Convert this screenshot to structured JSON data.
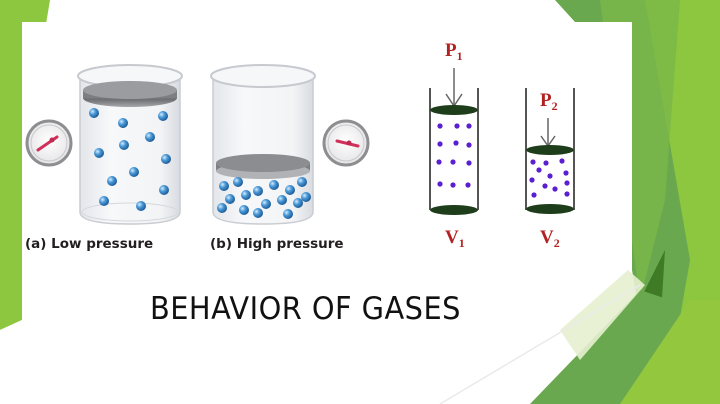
{
  "slide": {
    "title": "BEHAVIOR OF GASES",
    "colors": {
      "light_green": "#8dc63f",
      "mid_green": "#6aa84f",
      "dark_green": "#4f8a2c",
      "particle_blue": "#3f8fd0",
      "dot_purple": "#5a1fd1",
      "piston_dark": "#1e3d1a",
      "label_red": "#b22222"
    }
  },
  "left_figure": {
    "containers": [
      {
        "id": "a",
        "caption": "(a) Low pressure",
        "gauge": "pressure-gauge-low",
        "piston_position": "top",
        "particle_count": 13
      },
      {
        "id": "b",
        "caption": "(b) High pressure",
        "gauge": "pressure-gauge-high",
        "piston_position": "bottom",
        "particle_count": 16
      }
    ]
  },
  "right_figure": {
    "cylinders": [
      {
        "pressure_label": "P",
        "pressure_sub": "1",
        "volume_label": "V",
        "volume_sub": "1",
        "dot_count": 12
      },
      {
        "pressure_label": "P",
        "pressure_sub": "2",
        "volume_label": "V",
        "volume_sub": "2",
        "dot_count": 12
      }
    ]
  }
}
